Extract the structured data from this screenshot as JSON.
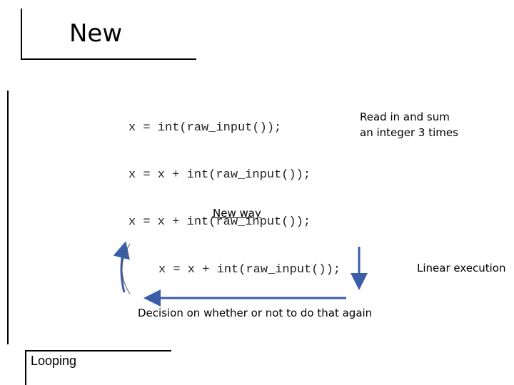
{
  "title": "New",
  "code_lines": [
    "x = int(raw_input());",
    "x = x + int(raw_input());",
    "x = x + int(raw_input());"
  ],
  "notes": {
    "read_sum": "Read in and sum\nan integer 3 times",
    "new_way": "New way",
    "loop_statement": "x = x + int(raw_input());",
    "linear_execution": "Linear execution",
    "decision": "Decision on whether or not to do that again",
    "looping": "Looping"
  },
  "colors": {
    "arrow": "#3b5ea8",
    "text": "#000000"
  }
}
